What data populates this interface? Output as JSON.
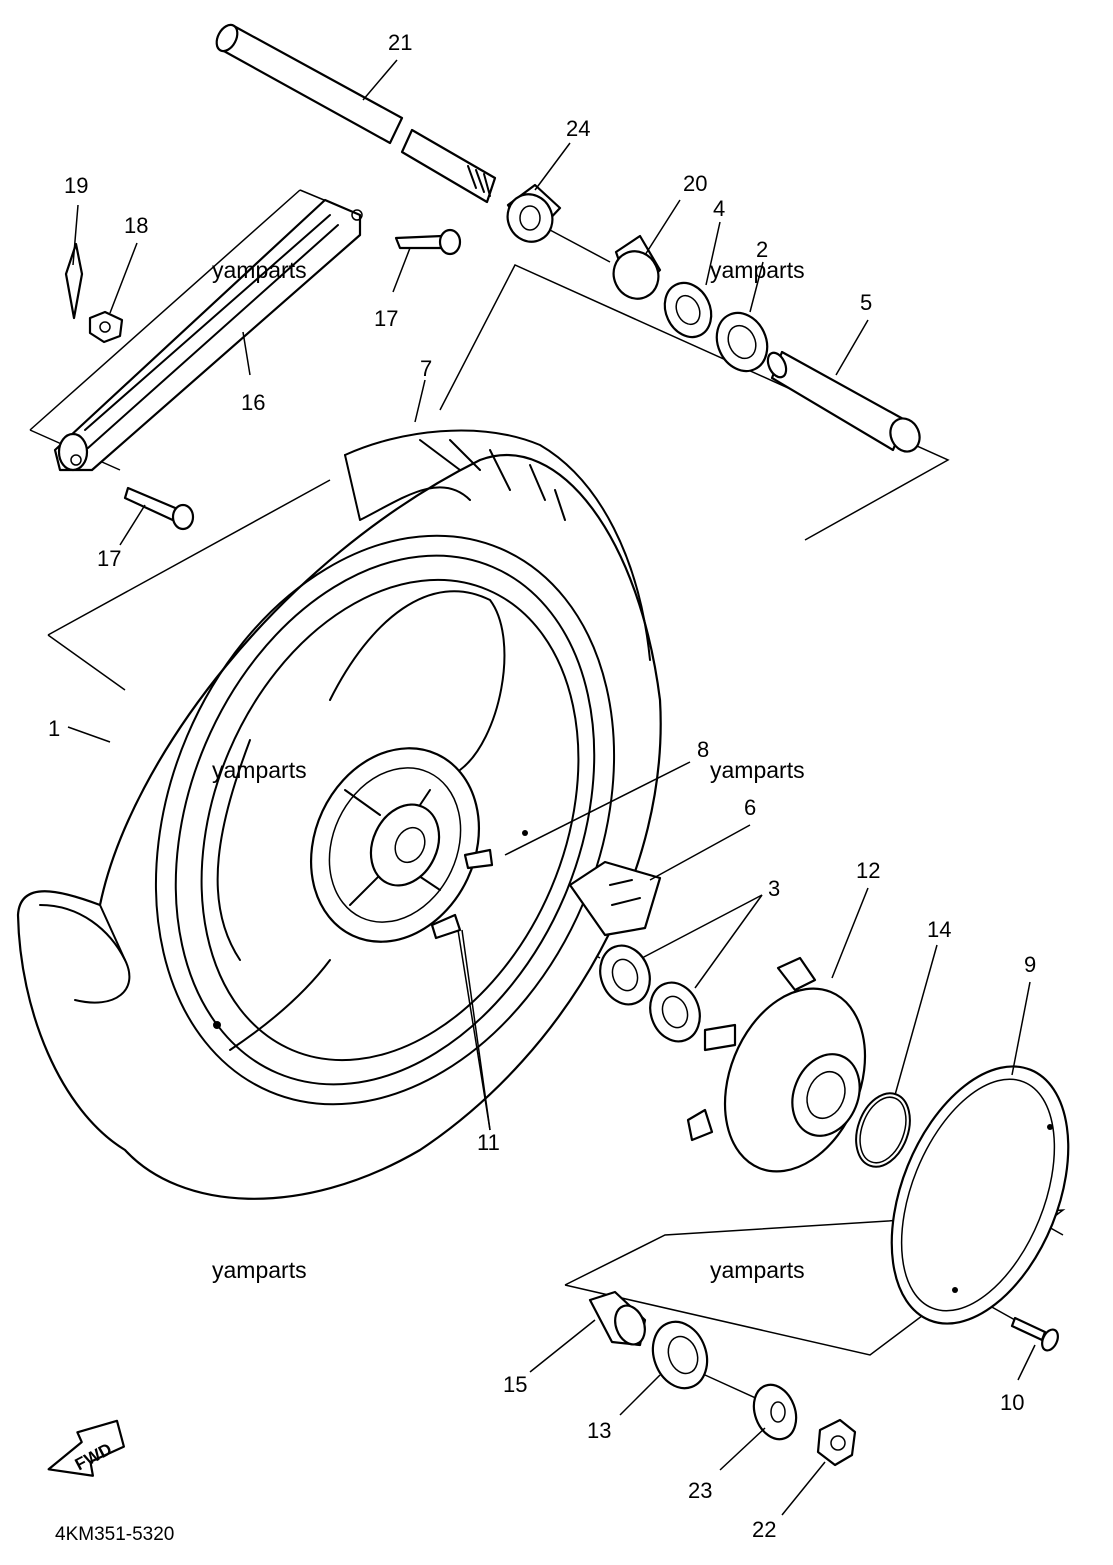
{
  "diagram": {
    "catalog_code": "4KM351-5320",
    "direction_label": "FWD",
    "watermark": "yamparts",
    "callouts": {
      "c1": "1",
      "c2": "2",
      "c3": "3",
      "c4": "4",
      "c5": "5",
      "c6": "6",
      "c7": "7",
      "c8": "8",
      "c9": "9",
      "c10": "10",
      "c11": "11",
      "c12": "12",
      "c13": "13",
      "c14": "14",
      "c15": "15",
      "c16": "16",
      "c17a": "17",
      "c17b": "17",
      "c18": "18",
      "c19": "19",
      "c20": "20",
      "c21": "21",
      "c22": "22",
      "c23": "23",
      "c24": "24"
    }
  }
}
